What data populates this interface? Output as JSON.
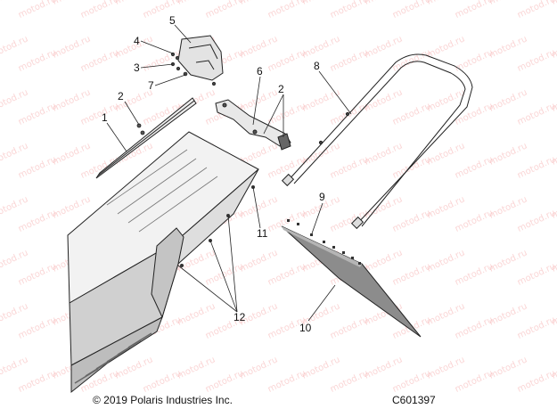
{
  "watermark": "motod.ru",
  "callouts": [
    "1",
    "2",
    "2",
    "3",
    "4",
    "5",
    "6",
    "7",
    "8",
    "9",
    "10",
    "11",
    "12"
  ],
  "footer": {
    "copyright": "© 2019 Polaris Industries Inc.",
    "figure_code": "C601397"
  },
  "colors": {
    "line": "#222222",
    "panel": "#d9d9d9",
    "plate": "#8c8c8c",
    "watermark": "#ef6d6d"
  }
}
